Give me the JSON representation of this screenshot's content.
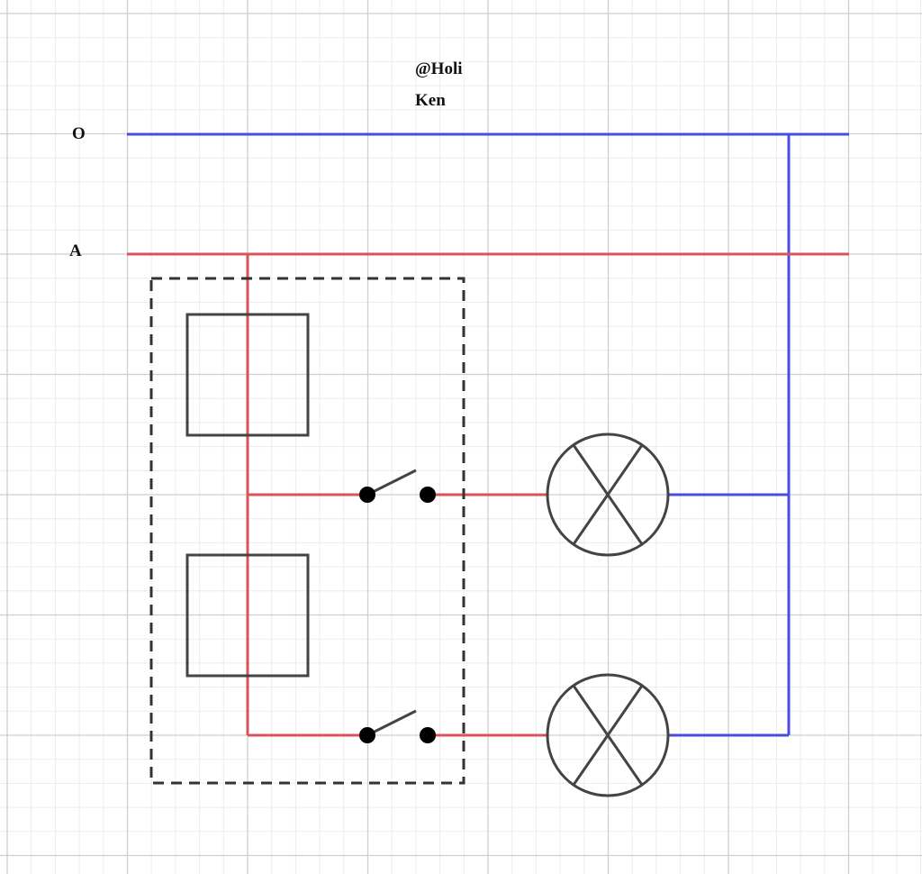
{
  "watermark": {
    "line1": "@Holi",
    "line2": "Ken"
  },
  "labels": {
    "neutral": "O",
    "phase": "A"
  },
  "colors": {
    "background": "#ffffff",
    "grid_minor": "#ececec",
    "grid_major": "#cfcfcf",
    "neutral_wire": "#4a4ee0",
    "phase_wire": "#d9535a",
    "component": "#444444",
    "enclosure": "#333333"
  },
  "components": {
    "enclosure": "dashed-box",
    "sockets": [
      "socket-upper",
      "socket-lower"
    ],
    "switches": [
      "switch-upper",
      "switch-lower"
    ],
    "lamps": [
      "lamp-upper",
      "lamp-lower"
    ]
  }
}
